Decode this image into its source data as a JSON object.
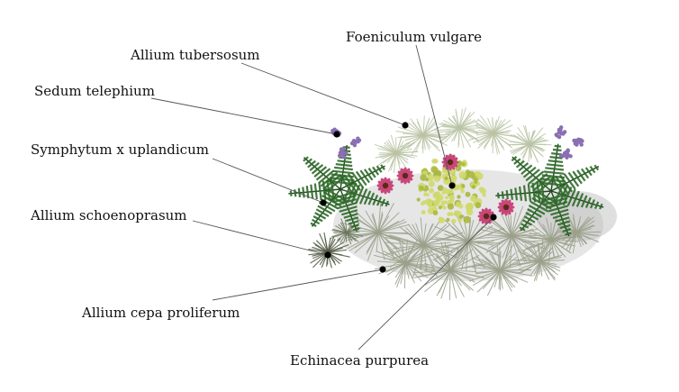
{
  "diagram": {
    "labels": [
      {
        "id": "foeniculum",
        "text": "Foeniculum vulgare"
      },
      {
        "id": "allium-tub",
        "text": "Allium tubersosum"
      },
      {
        "id": "sedum",
        "text": "Sedum telephium"
      },
      {
        "id": "symphytum",
        "text": "Symphytum x uplandicum"
      },
      {
        "id": "allium-sch",
        "text": "Allium schoenoprasum"
      },
      {
        "id": "allium-cepa",
        "text": "Allium cepa proliferum"
      },
      {
        "id": "echinacea",
        "text": "Echinacea purpurea"
      }
    ]
  },
  "colors": {
    "leader": "#555555",
    "marker": "#000000",
    "fern": "#2f6b2a",
    "fennel": "#cfd96a",
    "grass": "#9aa08a",
    "coneflower": "#c8477a",
    "sedum_flower": "#8a6fb3",
    "shadow": "#b8b8b8"
  }
}
